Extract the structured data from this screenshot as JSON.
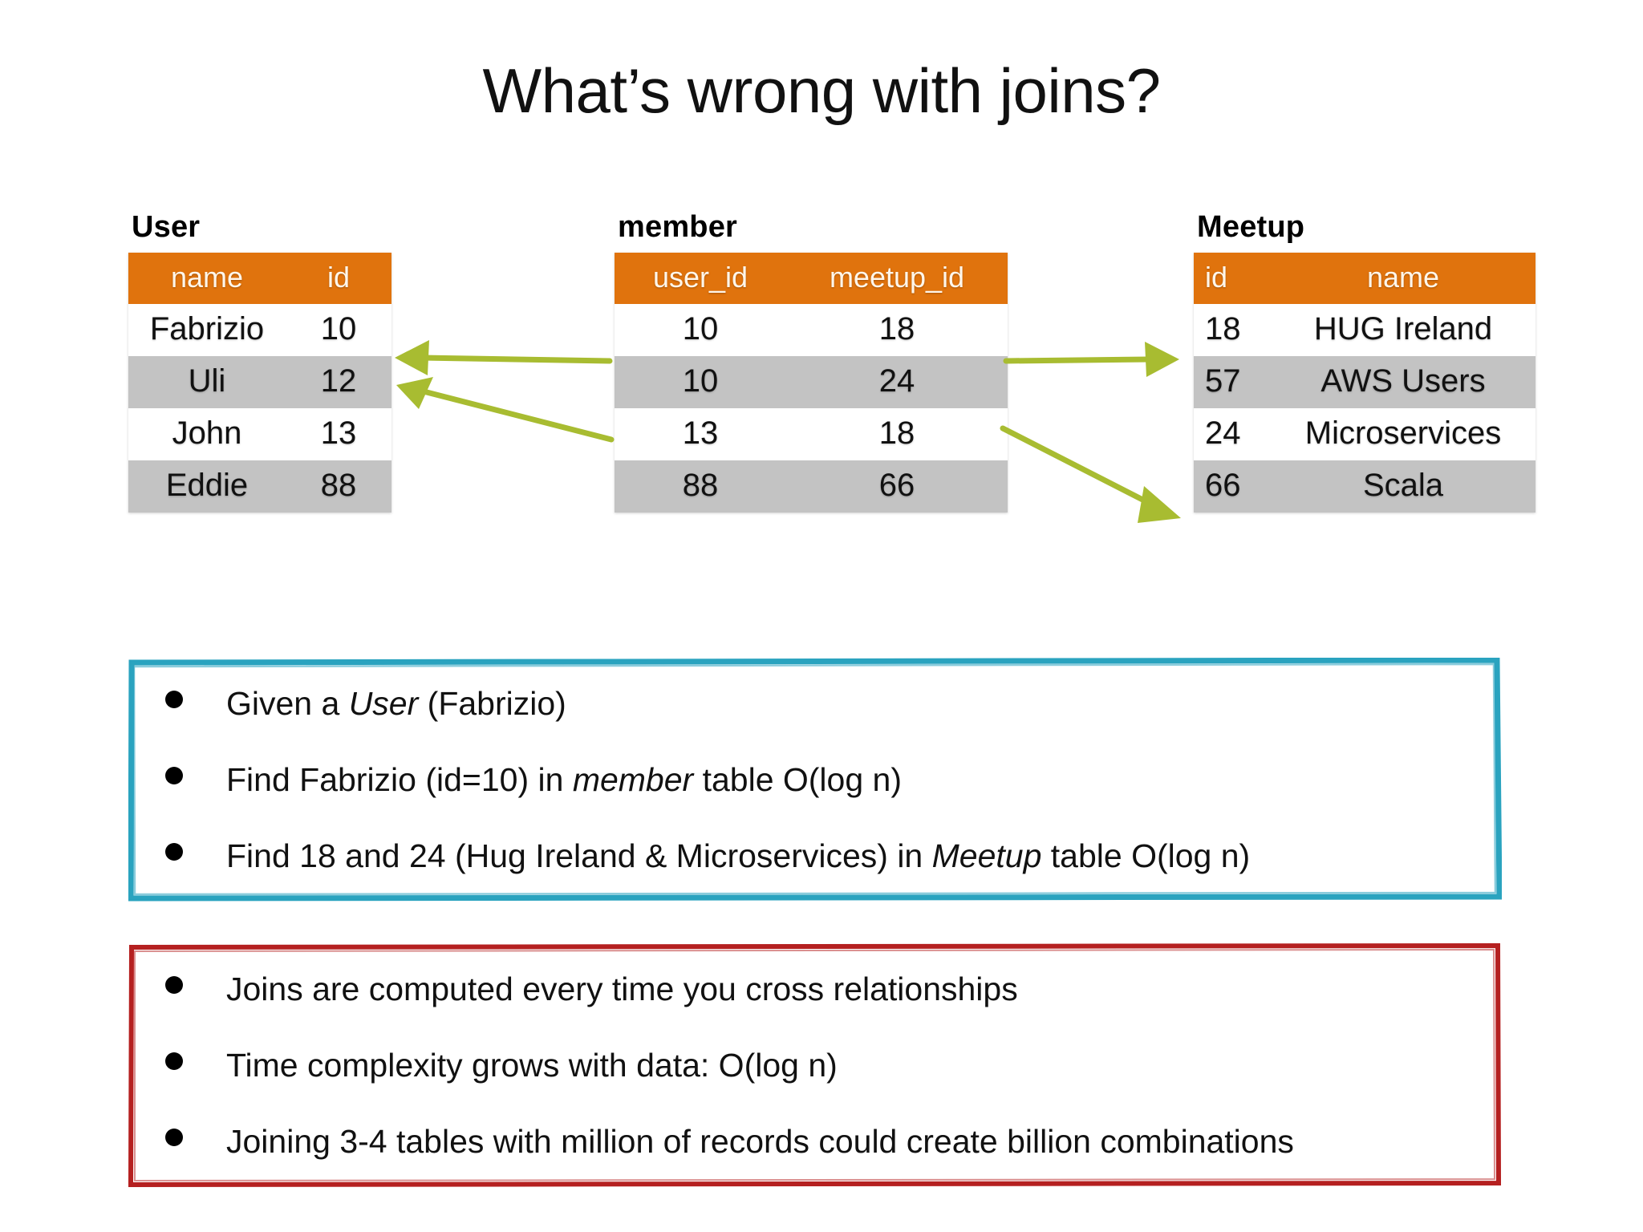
{
  "slide": {
    "title": "What’s wrong with joins?",
    "background": "#ffffff"
  },
  "colors": {
    "header_orange": "#E0730D",
    "header_text": "#FFF6EA",
    "row_alt_grey": "#C3C3C3",
    "row_white": "#FFFFFF",
    "arrow_olive": "#A8BC31",
    "teal_border": "#2AA3BF",
    "red_border": "#B52020",
    "text": "#111111"
  },
  "tables": [
    {
      "id": "user-table",
      "caption": "User",
      "columns": [
        "name",
        "id"
      ],
      "rows": [
        [
          "Fabrizio",
          "10"
        ],
        [
          "Uli",
          "12"
        ],
        [
          "John",
          "13"
        ],
        [
          "Eddie",
          "88"
        ]
      ]
    },
    {
      "id": "member-table",
      "caption": "member",
      "columns": [
        "user_id",
        "meetup_id"
      ],
      "rows": [
        [
          "10",
          "18"
        ],
        [
          "10",
          "24"
        ],
        [
          "13",
          "18"
        ],
        [
          "88",
          "66"
        ]
      ]
    },
    {
      "id": "meetup-table",
      "caption": "Meetup",
      "columns": [
        "id",
        "name"
      ],
      "rows": [
        [
          "18",
          "HUG  Ireland"
        ],
        [
          "57",
          "AWS Users"
        ],
        [
          "24",
          "Microservices"
        ],
        [
          "66",
          "Scala"
        ]
      ]
    }
  ],
  "arrows": [
    {
      "name": "member-row1-to-user-fabrizio",
      "direction": "left"
    },
    {
      "name": "member-row2-to-user-fabrizio",
      "direction": "left"
    },
    {
      "name": "member-row1-to-meetup-18",
      "direction": "right"
    },
    {
      "name": "member-row2-to-meetup-24",
      "direction": "right"
    }
  ],
  "callouts": {
    "steps": {
      "border_color": "#2AA3BF",
      "bullets": [
        {
          "parts": [
            {
              "t": "Given a ",
              "i": false
            },
            {
              "t": "User",
              "i": true
            },
            {
              "t": " (Fabrizio)",
              "i": false
            }
          ]
        },
        {
          "parts": [
            {
              "t": "Find Fabrizio (id=10) in ",
              "i": false
            },
            {
              "t": "member",
              "i": true
            },
            {
              "t": " table O(log n)",
              "i": false
            }
          ]
        },
        {
          "parts": [
            {
              "t": "Find 18 and 24 (Hug Ireland & Microservices) in ",
              "i": false
            },
            {
              "t": "Meetup",
              "i": true
            },
            {
              "t": " table O(log n)",
              "i": false
            }
          ]
        }
      ]
    },
    "problems": {
      "border_color": "#B52020",
      "bullets": [
        {
          "parts": [
            {
              "t": "Joins are computed every time you cross relationships",
              "i": false
            }
          ]
        },
        {
          "parts": [
            {
              "t": "Time complexity grows with data: O(log n)",
              "i": false
            }
          ]
        },
        {
          "parts": [
            {
              "t": "Joining 3-4 tables with million of records could create billion combinations",
              "i": false
            }
          ]
        }
      ]
    }
  }
}
